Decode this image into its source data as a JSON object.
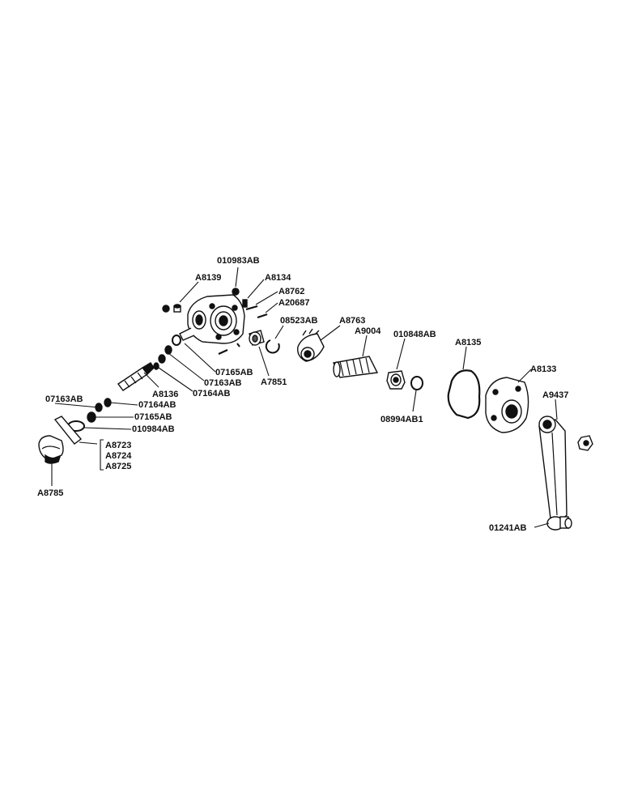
{
  "colors": {
    "ink": "#111111",
    "paper": "#ffffff",
    "shade": "#555555"
  },
  "labels": {
    "p010983AB": "010983AB",
    "pA8139": "A8139",
    "pA8134": "A8134",
    "pA8762": "A8762",
    "pA20687": "A20687",
    "p08523AB": "08523AB",
    "pA8763": "A8763",
    "pA9004": "A9004",
    "p010848AB": "010848AB",
    "pA8135": "A8135",
    "pA8133": "A8133",
    "pA9437": "A9437",
    "p07165AB_a": "07165AB",
    "p07163AB_a": "07163AB",
    "p07164AB_a": "07164AB",
    "pA7851": "A7851",
    "pA8136": "A8136",
    "p07163AB_b": "07163AB",
    "p07164AB_b": "07164AB",
    "p07165AB_b": "07165AB",
    "p010984AB": "010984AB",
    "pA8723": "A8723",
    "pA8724": "A8724",
    "pA8725": "A8725",
    "pA8785": "A8785",
    "p08994AB1": "08994AB1",
    "p01241AB": "01241AB"
  }
}
